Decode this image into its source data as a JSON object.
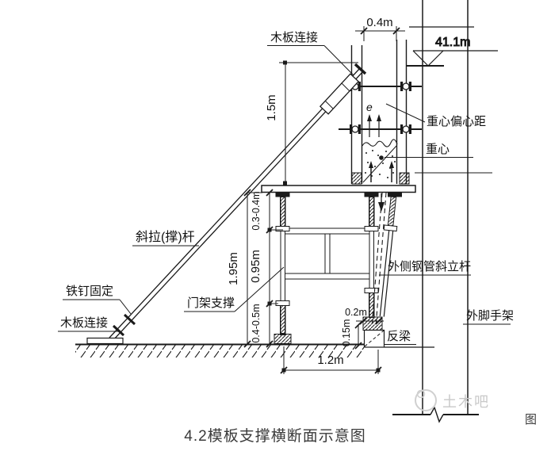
{
  "drawing": {
    "caption": "4.2模板支撑横断面示意图",
    "watermark": "土木吧",
    "corner_char": "图"
  },
  "labels": {
    "wood_connection_top": "木板连接",
    "wood_connection_bottom": "木板连接",
    "diagonal_tie_rod": "斜拉(撑)杆",
    "nail_fixing": "铁钉固定",
    "gate_frame_support": "门架支撑",
    "outer_steel_pipe_rod": "外侧钢管斜立杆",
    "outer_scaffold": "外脚手架",
    "inverted_beam": "反梁",
    "center_of_gravity": "重心",
    "cog_eccentricity": "重心偏心距",
    "eccentricity_symbol": "e"
  },
  "dims": {
    "top_width": "0.4m",
    "elevation": "41.1m",
    "upper_height": "1.5m",
    "platform_gap": "0.3-0.4m",
    "total_height": "1.95m",
    "frame_height": "0.95m",
    "bottom_jack": "0.4-0.5m",
    "rod_offset": "0.2m",
    "beam_depth": "0.15m",
    "base_span": "1.2m"
  },
  "colors": {
    "line": "#1a1a1a",
    "watermark": "#c9c9c9"
  }
}
